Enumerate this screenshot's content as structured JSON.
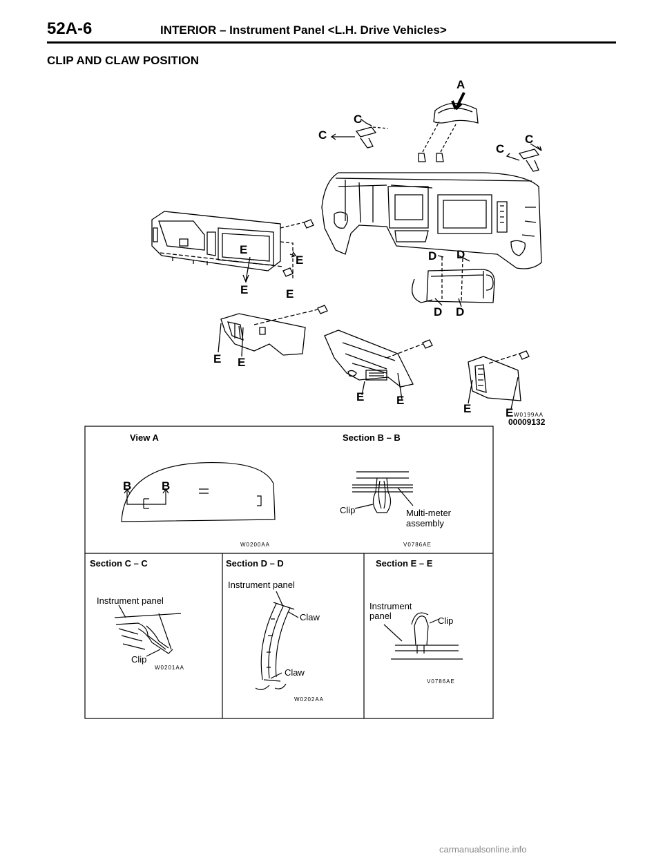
{
  "header": {
    "page_number": "52A-6",
    "title": "INTERIOR – Instrument Panel <L.H. Drive Vehicles>"
  },
  "section_title": "CLIP AND CLAW POSITION",
  "top_figure": {
    "arrow_letter_A": "A",
    "letters": {
      "c": "C",
      "d": "D",
      "e": "E"
    },
    "code1": "W0199AA",
    "code2": "00009132"
  },
  "panels": {
    "view_a": {
      "title": "View A",
      "letter_b": "B",
      "code": "W0200AA"
    },
    "section_bb": {
      "title": "Section B – B",
      "clip": "Clip",
      "multimeter_line1": "Multi-meter",
      "multimeter_line2": "assembly",
      "code": "V0786AE"
    },
    "section_cc": {
      "title": "Section C – C",
      "instrument_panel": "Instrument panel",
      "clip": "Clip",
      "code": "W0201AA"
    },
    "section_dd": {
      "title": "Section D – D",
      "instrument_panel": "Instrument panel",
      "claw_upper": "Claw",
      "claw_lower": "Claw",
      "code": "W0202AA"
    },
    "section_ee": {
      "title": "Section E – E",
      "instrument_line1": "Instrument",
      "instrument_line2": "panel",
      "clip": "Clip",
      "code": "V0786AE"
    }
  },
  "watermark": "carmanualsonline.info"
}
